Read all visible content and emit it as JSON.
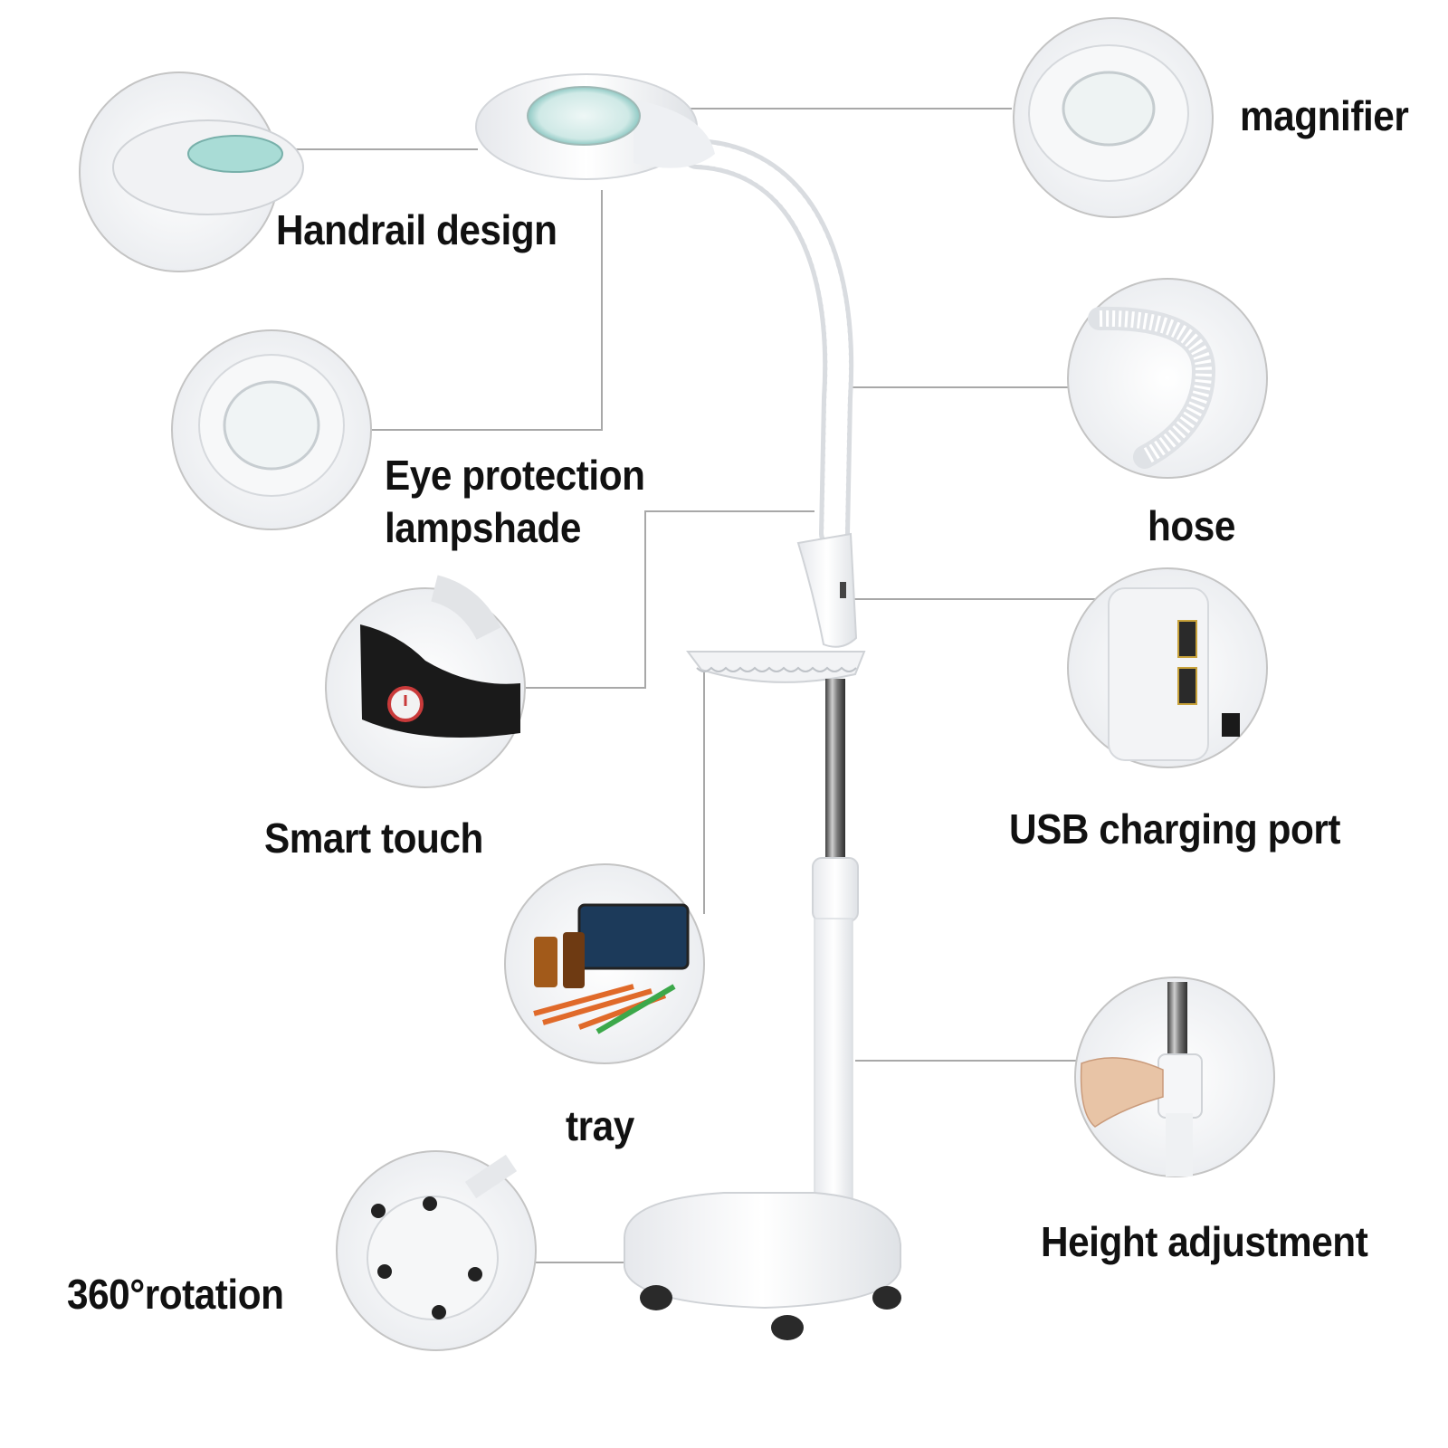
{
  "labels": {
    "handrail": "Handrail design",
    "eye_line1": "Eye protection",
    "eye_line2": "lampshade",
    "smart_touch": "Smart touch",
    "rotation": "360°rotation",
    "magnifier": "magnifier",
    "hose": "hose",
    "usb": "USB charging port",
    "tray": "tray",
    "height": "Height adjustment"
  },
  "colors": {
    "background": "#ffffff",
    "lamp_body": "#f4f5f7",
    "lens": "#bfe6e2",
    "leader_line": "#a8a8a8",
    "text": "#111111",
    "chrome_pole": "#6b6b6b",
    "wheels": "#2a2a2a"
  }
}
